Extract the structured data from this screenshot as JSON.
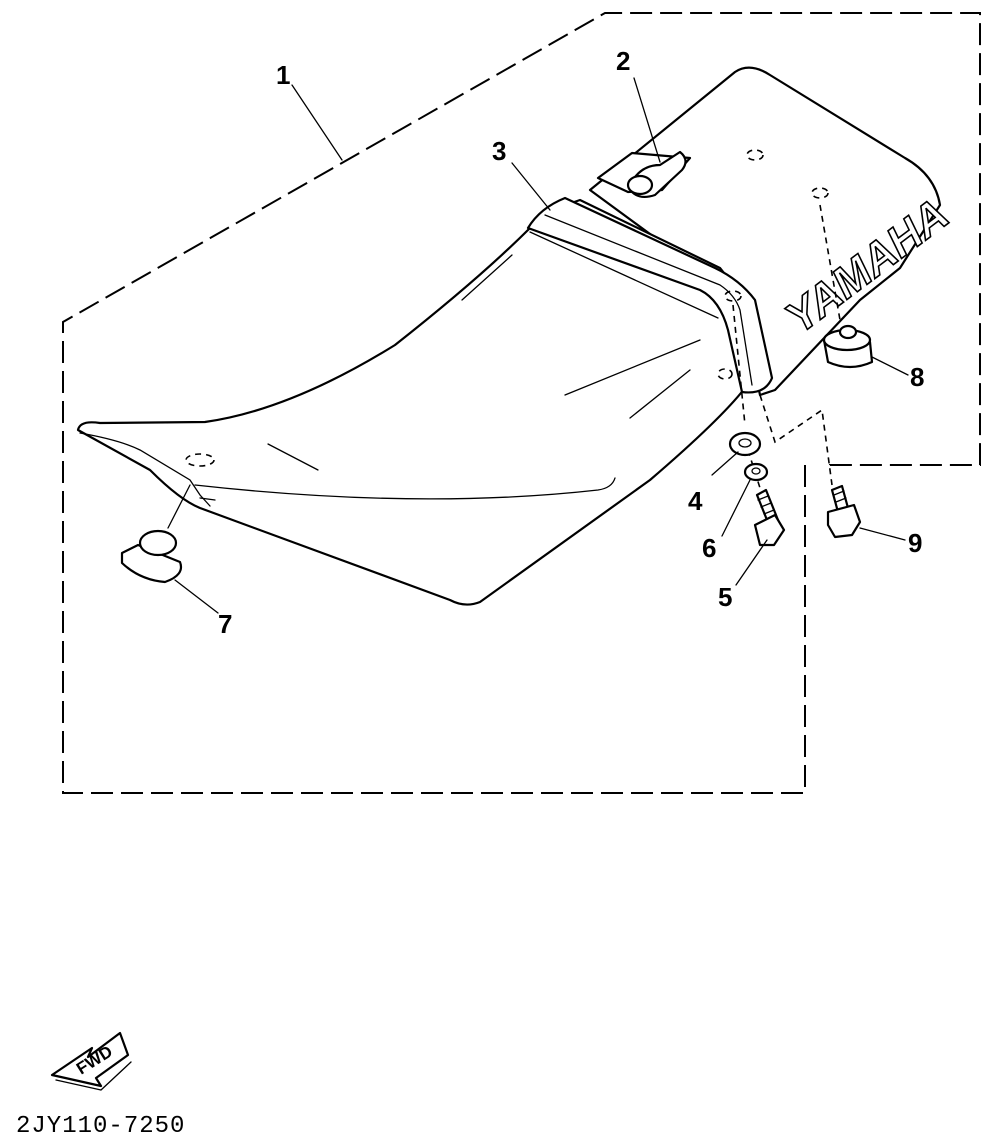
{
  "diagram": {
    "brand_text": "YAMAHA",
    "direction_label": "FWD",
    "drawing_code": "2JY110-7250",
    "callouts": [
      {
        "id": "1",
        "label": "1"
      },
      {
        "id": "2",
        "label": "2"
      },
      {
        "id": "3",
        "label": "3"
      },
      {
        "id": "4",
        "label": "4"
      },
      {
        "id": "5",
        "label": "5"
      },
      {
        "id": "6",
        "label": "6"
      },
      {
        "id": "7",
        "label": "7"
      },
      {
        "id": "8",
        "label": "8"
      },
      {
        "id": "9",
        "label": "9"
      }
    ]
  }
}
